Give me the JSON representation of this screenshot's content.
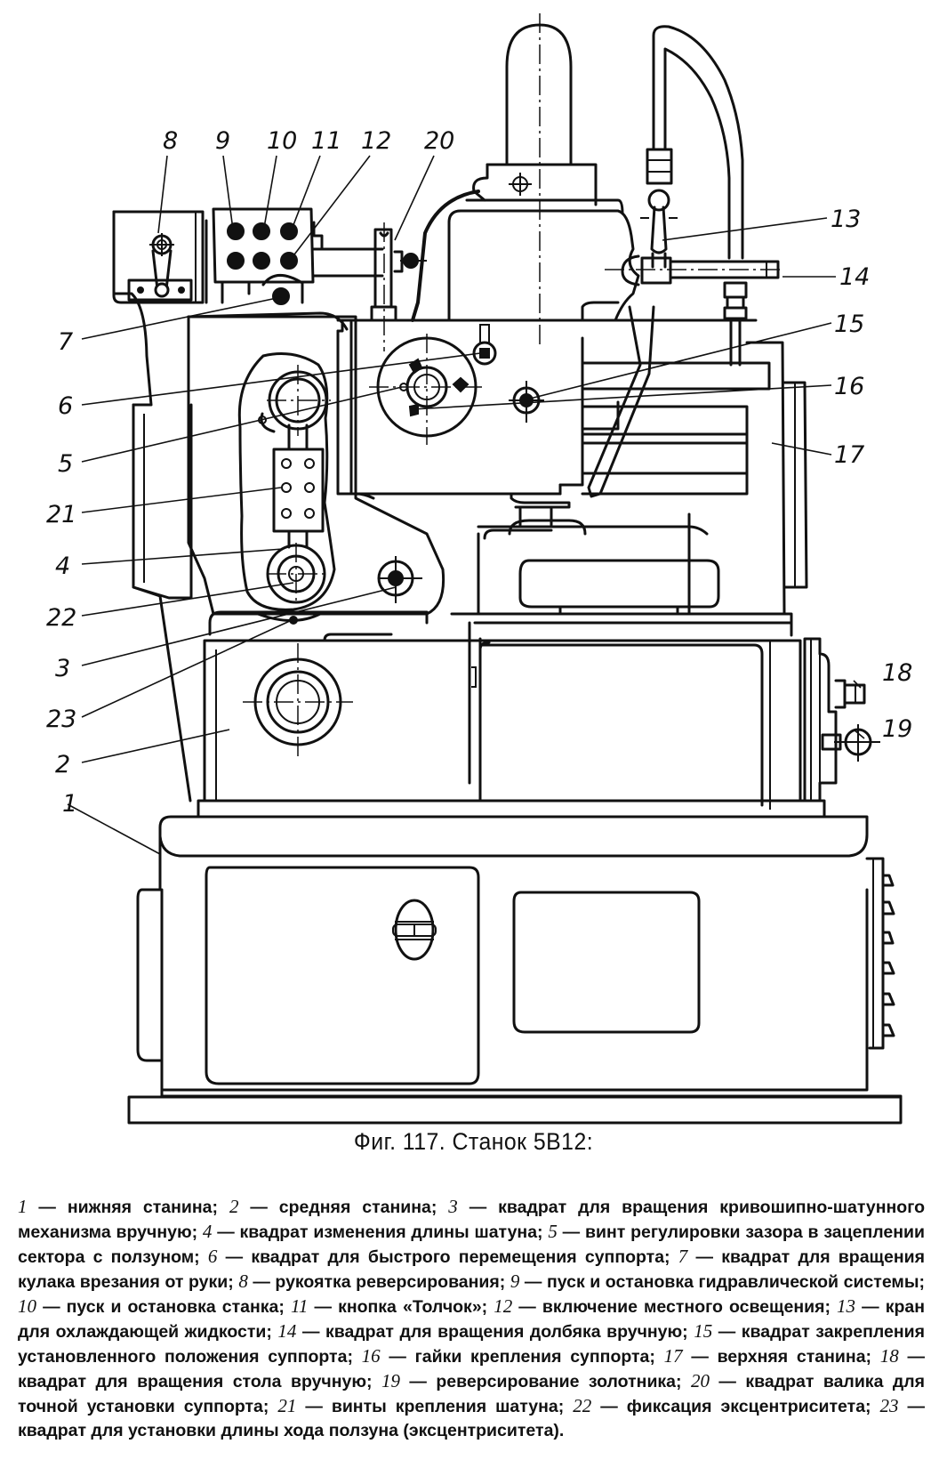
{
  "figure": {
    "caption": "Фиг. 117. Станок 5В12:",
    "callouts": [
      "8",
      "9",
      "10",
      "11",
      "12",
      "20",
      "13",
      "14",
      "7",
      "15",
      "6",
      "16",
      "5",
      "17",
      "21",
      "4",
      "22",
      "3",
      "23",
      "18",
      "19",
      "2",
      "1"
    ]
  },
  "legend": [
    {
      "key": "1",
      "text": "нижняя станина;"
    },
    {
      "key": "2",
      "text": "средняя станина;"
    },
    {
      "key": "3",
      "text": "квадрат для вращения кривошипно-шатунного механизма вручную;"
    },
    {
      "key": "4",
      "text": "квадрат изменения длины шатуна;"
    },
    {
      "key": "5",
      "text": "винт регулировки зазора в зацеплении сектора с ползуном;"
    },
    {
      "key": "6",
      "text": "квадрат для быстрого перемещения суппорта;"
    },
    {
      "key": "7",
      "text": "квадрат для вращения кулака врезания от руки;"
    },
    {
      "key": "8",
      "text": "рукоятка реверсирования;"
    },
    {
      "key": "9",
      "text": "пуск и остановка гидравлической системы;"
    },
    {
      "key": "10",
      "text": "пуск и остановка станка;"
    },
    {
      "key": "11",
      "text": "кнопка «Толчок»;"
    },
    {
      "key": "12",
      "text": "включение местного освещения;"
    },
    {
      "key": "13",
      "text": "кран для охлаждающей жидкости;"
    },
    {
      "key": "14",
      "text": "квадрат для вращения долбяка вручную;"
    },
    {
      "key": "15",
      "text": "квадрат закрепления установленного положения суппорта;"
    },
    {
      "key": "16",
      "text": "гайки крепления суппорта;"
    },
    {
      "key": "17",
      "text": "верхняя станина;"
    },
    {
      "key": "18",
      "text": "квадрат для вращения стола вручную;"
    },
    {
      "key": "19",
      "text": "реверсирование золотника;"
    },
    {
      "key": "20",
      "text": "квадрат валика для точной установки суппорта;"
    },
    {
      "key": "21",
      "text": "винты крепления шатуна;"
    },
    {
      "key": "22",
      "text": "фиксация эксцентриситета;"
    },
    {
      "key": "23",
      "text": "квадрат для установки длины хода ползуна (эксцентриситета)."
    }
  ]
}
